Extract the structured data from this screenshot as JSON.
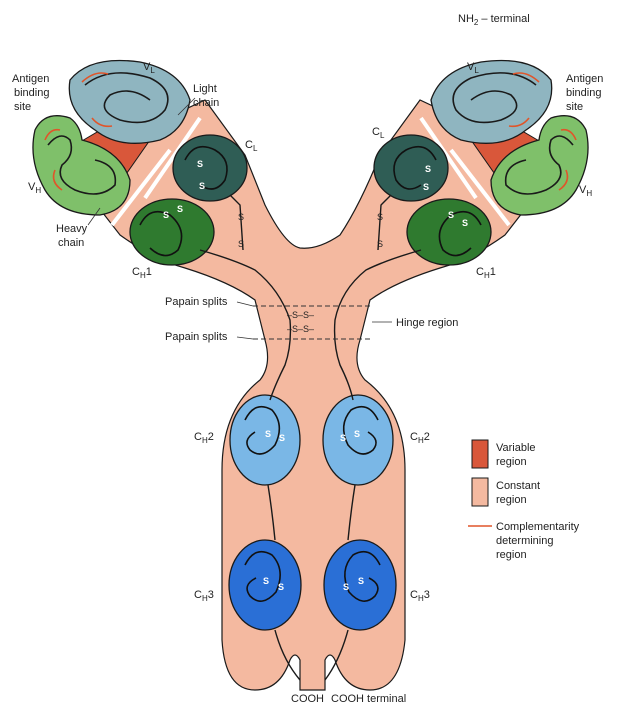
{
  "labels": {
    "nh2_terminal": {
      "main": "NH",
      "sub": "2",
      "rest": " – terminal"
    },
    "antigen_binding_left": [
      "Antigen",
      "binding",
      "site"
    ],
    "antigen_binding_right": [
      "Antigen",
      "binding",
      "site"
    ],
    "light_chain": [
      "Light",
      "chain"
    ],
    "heavy_chain": [
      "Heavy",
      "chain"
    ],
    "vl_left": {
      "main": "V",
      "sub": "L"
    },
    "vl_right": {
      "main": "V",
      "sub": "L"
    },
    "vh_left": {
      "main": "V",
      "sub": "H"
    },
    "vh_right": {
      "main": "V",
      "sub": "H"
    },
    "cl_left": {
      "main": "C",
      "sub": "L"
    },
    "cl_right": {
      "main": "C",
      "sub": "L"
    },
    "ch1_left": {
      "main": "C",
      "sub": "H",
      "rest": "1"
    },
    "ch1_right": {
      "main": "C",
      "sub": "H",
      "rest": "1"
    },
    "ch2_left": {
      "main": "C",
      "sub": "H",
      "rest": "2"
    },
    "ch2_right": {
      "main": "C",
      "sub": "H",
      "rest": "2"
    },
    "ch3_left": {
      "main": "C",
      "sub": "H",
      "rest": "3"
    },
    "ch3_right": {
      "main": "C",
      "sub": "H",
      "rest": "3"
    },
    "papain_splits_1": "Papain splits",
    "papain_splits_2": "Papain splits",
    "hinge_region": "Hinge region",
    "cooh_left": "COOH",
    "cooh_terminal": "COOH terminal",
    "disulfide": "S",
    "disulfide_dash": "–S–S–"
  },
  "legend": {
    "variable": [
      "Variable",
      "region"
    ],
    "constant": [
      "Constant",
      "region"
    ],
    "cdr": [
      "Complementarity",
      "determining",
      "region"
    ]
  },
  "colors": {
    "variable_region": "#d9573a",
    "constant_region": "#f4b9a0",
    "cdr_line": "#e0552a",
    "vl_domain": "#8fb5c0",
    "vh_domain": "#7fc06a",
    "cl_domain": "#2f5d55",
    "ch1_domain": "#2f7a2f",
    "ch2_domain": "#7ab7e6",
    "ch3_domain": "#2a6fd6",
    "outline": "#1a1a1a"
  }
}
